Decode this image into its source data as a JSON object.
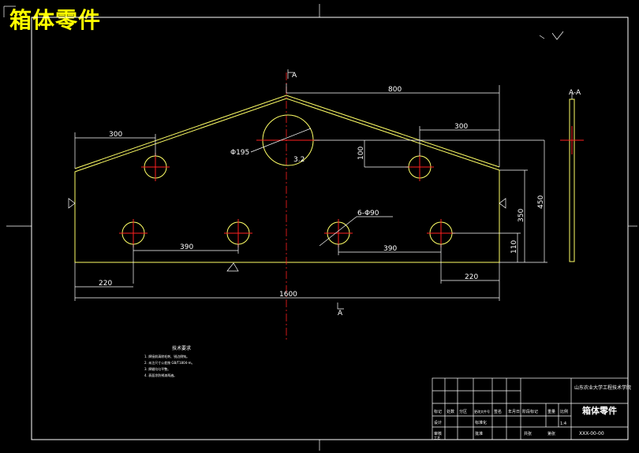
{
  "sheet": {
    "title": "箱体零件"
  },
  "dimensions": {
    "width_top": "800",
    "left_300": "300",
    "right_300": "300",
    "dia_center": "Φ195",
    "dim_100": "100",
    "height_450": "450",
    "height_350": "350",
    "height_110": "110",
    "holes": "6-Φ90",
    "spacing_left": "390",
    "spacing_right": "390",
    "edge_left": "220",
    "edge_right": "220",
    "overall": "1600",
    "section_top": "A",
    "section_bottom": "A",
    "section_view": "A-A",
    "roughness_center": "3.2"
  },
  "notes": {
    "heading": "技术要求",
    "lines": [
      "1. 焊接前清除毛刺、锐边倒钝。",
      "2. 未注尺寸公差按 GB/T1804-m。",
      "3. 焊缝均匀平整。",
      "4. 表面涂防锈漆两遍。"
    ]
  },
  "title_block": {
    "school": "山东农业大学工程技术学院",
    "part_name": "箱体零件",
    "drawing_no": "XXX-00-00",
    "scale": "1:4",
    "row_labels": [
      "标记",
      "处数",
      "分区",
      "更改文件号",
      "签名",
      "年月日"
    ],
    "row_labels2": [
      "设计",
      "标准化",
      "阶段标记",
      "重量",
      "比例"
    ],
    "row_labels3": [
      "审核",
      "工艺",
      "批准",
      "共张",
      "第张"
    ]
  }
}
